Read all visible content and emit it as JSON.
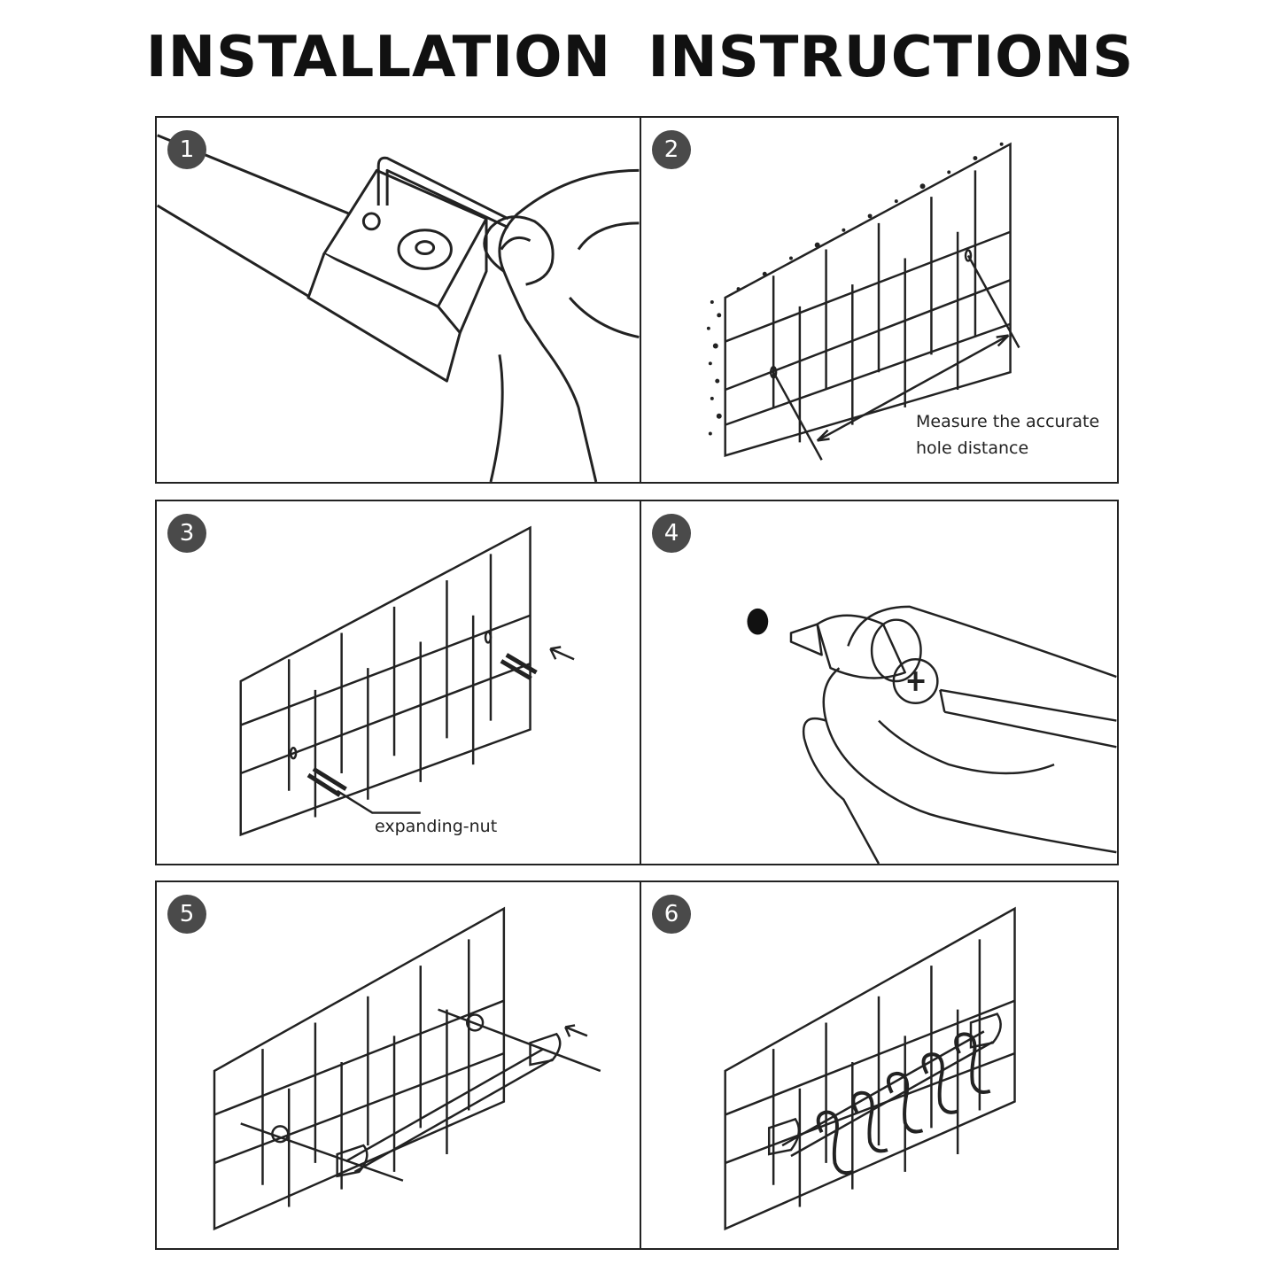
{
  "title": "INSTALLATION INSTRUCTIONS",
  "steps": [
    {
      "number": "1"
    },
    {
      "number": "2",
      "caption_line1": "Measure the accurate",
      "caption_line2": "hole distance"
    },
    {
      "number": "3",
      "caption": "expanding-nut"
    },
    {
      "number": "4"
    },
    {
      "number": "5"
    },
    {
      "number": "6"
    }
  ],
  "colors": {
    "badge": "#4a4a4a",
    "line": "#222222",
    "background": "#ffffff"
  }
}
